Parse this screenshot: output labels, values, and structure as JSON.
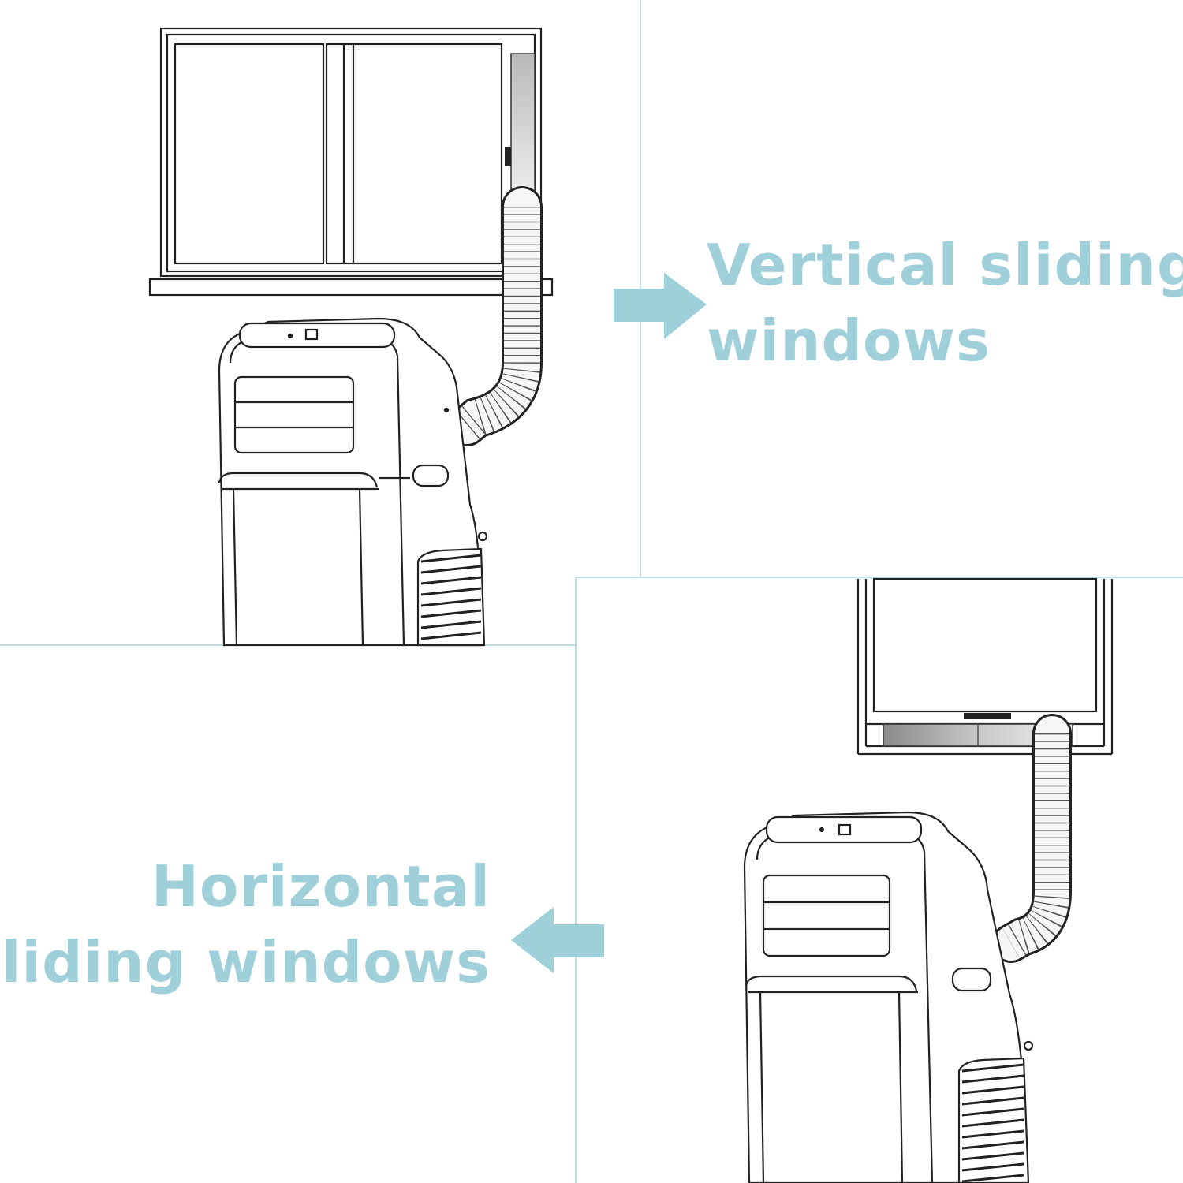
{
  "captions": {
    "vertical": {
      "line1": "Vertical sliding",
      "line2": "windows"
    },
    "horizontal": {
      "line1": "Horizontal",
      "line2": "sliding windows"
    }
  },
  "colors": {
    "accent": "#9fd0da",
    "divider": "#a9d3dc",
    "outline": "#222222",
    "background": "#ffffff"
  },
  "icons": {
    "arrow_vertical": "arrow-right-icon",
    "arrow_horizontal": "arrow-left-icon"
  }
}
